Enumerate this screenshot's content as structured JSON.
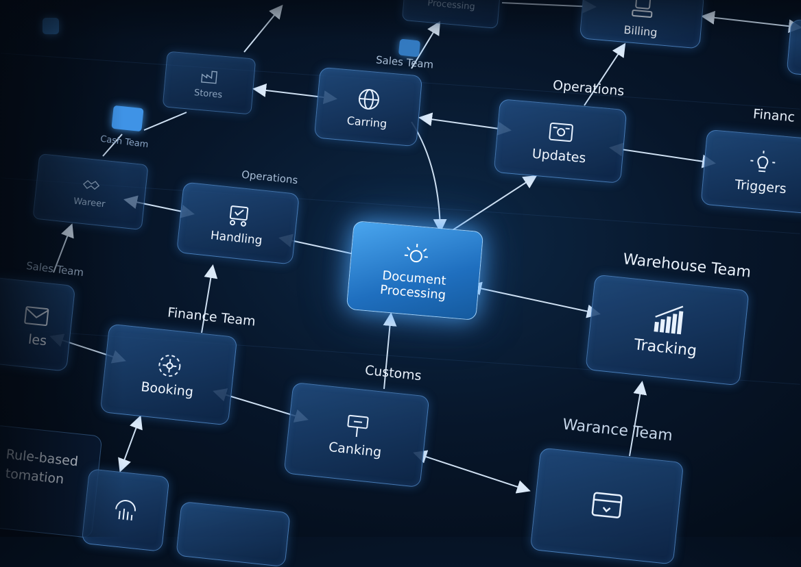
{
  "teams": {
    "sales_top": "Sales Team",
    "operations_top": "Operations",
    "finance_right": "Financ",
    "cash_team": "Cash Team",
    "operations_mid": "Operations",
    "sales_left": "Sales Team",
    "finance_team": "Finance Team",
    "customs": "Customs",
    "warehouse_team": "Warehouse Team",
    "warance_team": "Warance Team"
  },
  "nodes": {
    "processing_top": "Processing",
    "billing": "Billing",
    "stores": "Stores",
    "carring": "Carring",
    "updates": "Updates",
    "triggers": "Triggers",
    "wareer": "Wareer",
    "handling": "Handling",
    "document_processing_line1": "Document",
    "document_processing_line2": "Processing",
    "les": "les",
    "booking": "Booking",
    "canking": "Canking",
    "tracking": "Tracking"
  },
  "caption": {
    "line1": "Rule-based",
    "line2": "tomation"
  },
  "colors": {
    "accent": "#3f93e6",
    "hero_node": "#2f86d6",
    "node_border": "#6eafF5",
    "background": "#07162a"
  },
  "icons": {
    "processing_top": "gear-icon",
    "billing": "stamp-icon",
    "stores": "factory-icon",
    "carring": "globe-icon",
    "updates": "id-card-icon",
    "triggers": "lightbulb-icon",
    "wareer": "handshake-icon",
    "handling": "cart-icon",
    "document_processing": "lightbulb-icon",
    "les": "envelope-icon",
    "booking": "network-icon",
    "canking": "signpost-icon",
    "tracking": "bar-chart-icon",
    "rule_based": "bar-chart-icon",
    "bottom_right": "box-icon"
  }
}
